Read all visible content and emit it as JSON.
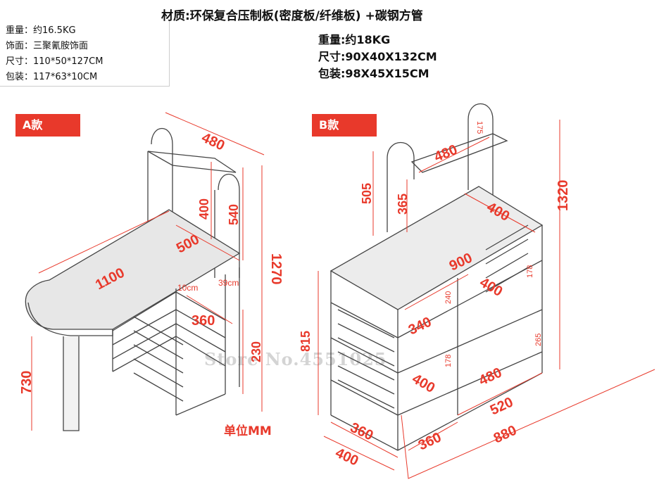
{
  "header": {
    "title": "材质:环保复合压制板(密度板/纤维板) +碳钢方管"
  },
  "spec_a": {
    "weight": "重量：约16.5KG",
    "finish": "饰面：三聚氰胺饰面",
    "size": "尺寸：110*50*127CM",
    "package": "包装：117*63*10CM"
  },
  "spec_b": {
    "weight": "重量:约18KG",
    "size": "尺寸:90X40X132CM",
    "package": "包装:98X45X15CM"
  },
  "labels": {
    "model_a": "A款",
    "model_b": "B款",
    "unit": "单位MM",
    "watermark": "Store No.4551025"
  },
  "dims_a": {
    "top_shelf_depth": "480",
    "shelf_height": "400",
    "upper_height": "540",
    "table_depth": "500",
    "table_length": "1100",
    "total_height": "1270",
    "inner_a": "10cm",
    "inner_b": "39cm",
    "lower_width": "360",
    "lower_height": "230",
    "table_height": "730"
  },
  "dims_b": {
    "top_width": "480",
    "top_small": "175",
    "top_height": "505",
    "upper_inner": "365",
    "depth": "400",
    "width": "900",
    "total_height": "1320",
    "inner_240": "240",
    "inner_178a": "178",
    "left_shelf": "340",
    "right_shelf": "400",
    "inner_265": "265",
    "inner_178b": "178",
    "lower_height": "815",
    "left_bottom": "400",
    "right_bottom": "480",
    "base_depth": "520",
    "front_left": "360",
    "front_right": "360",
    "base_width": "880",
    "base_side": "400"
  },
  "colors": {
    "accent": "#e8392b",
    "line": "#444444"
  }
}
